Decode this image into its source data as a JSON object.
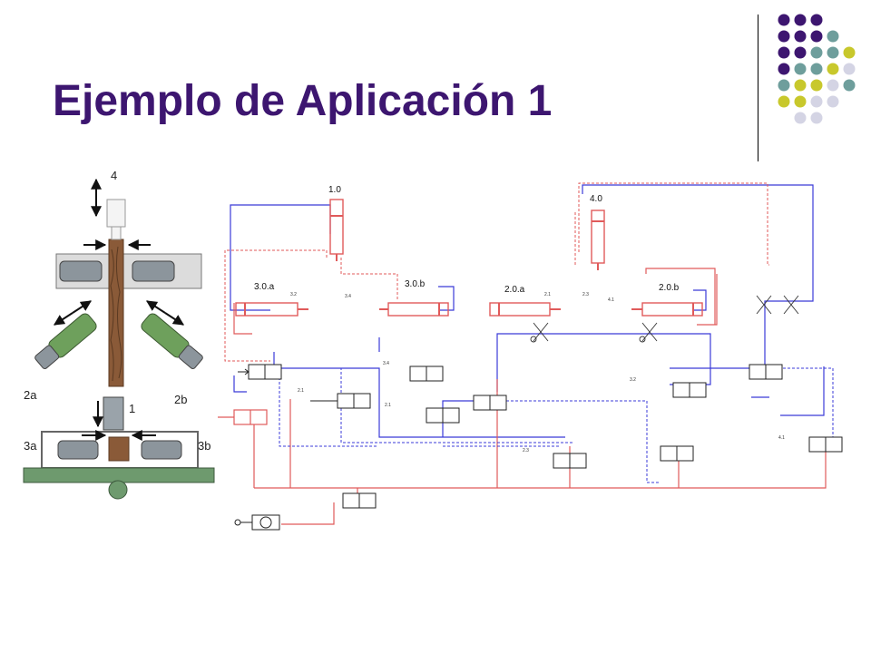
{
  "title": "Ejemplo de Aplicación 1",
  "palette": {
    "purple": "#3d1670",
    "teal": "#6e9e9c",
    "olive": "#c8c82c",
    "lavender": "#d4d4e4",
    "wire_blue": "#3b3bd8",
    "wire_red": "#e05a5a"
  },
  "illustration": {
    "labels": {
      "fixture_4": "4",
      "drill_1": "1",
      "drill_2a": "2a",
      "drill_2b": "2b",
      "clamp_3a": "3a",
      "clamp_3b": "3b"
    }
  },
  "circuit": {
    "actuators": {
      "c10": "1.0",
      "c40": "4.0",
      "c30a": "3.0.a",
      "c30b": "3.0.b",
      "c20a": "2.0.a",
      "c20b": "2.0.b"
    },
    "sensor_marks": {
      "m32": "3.2",
      "m34": "3.4",
      "m21a": "2.1",
      "m23": "2.3",
      "m41": "4.1",
      "v34": "3.4",
      "v21a": "2.1",
      "v21b": "2.1",
      "v32": "3.2",
      "v23": "2.3",
      "v41": "4.1"
    }
  }
}
